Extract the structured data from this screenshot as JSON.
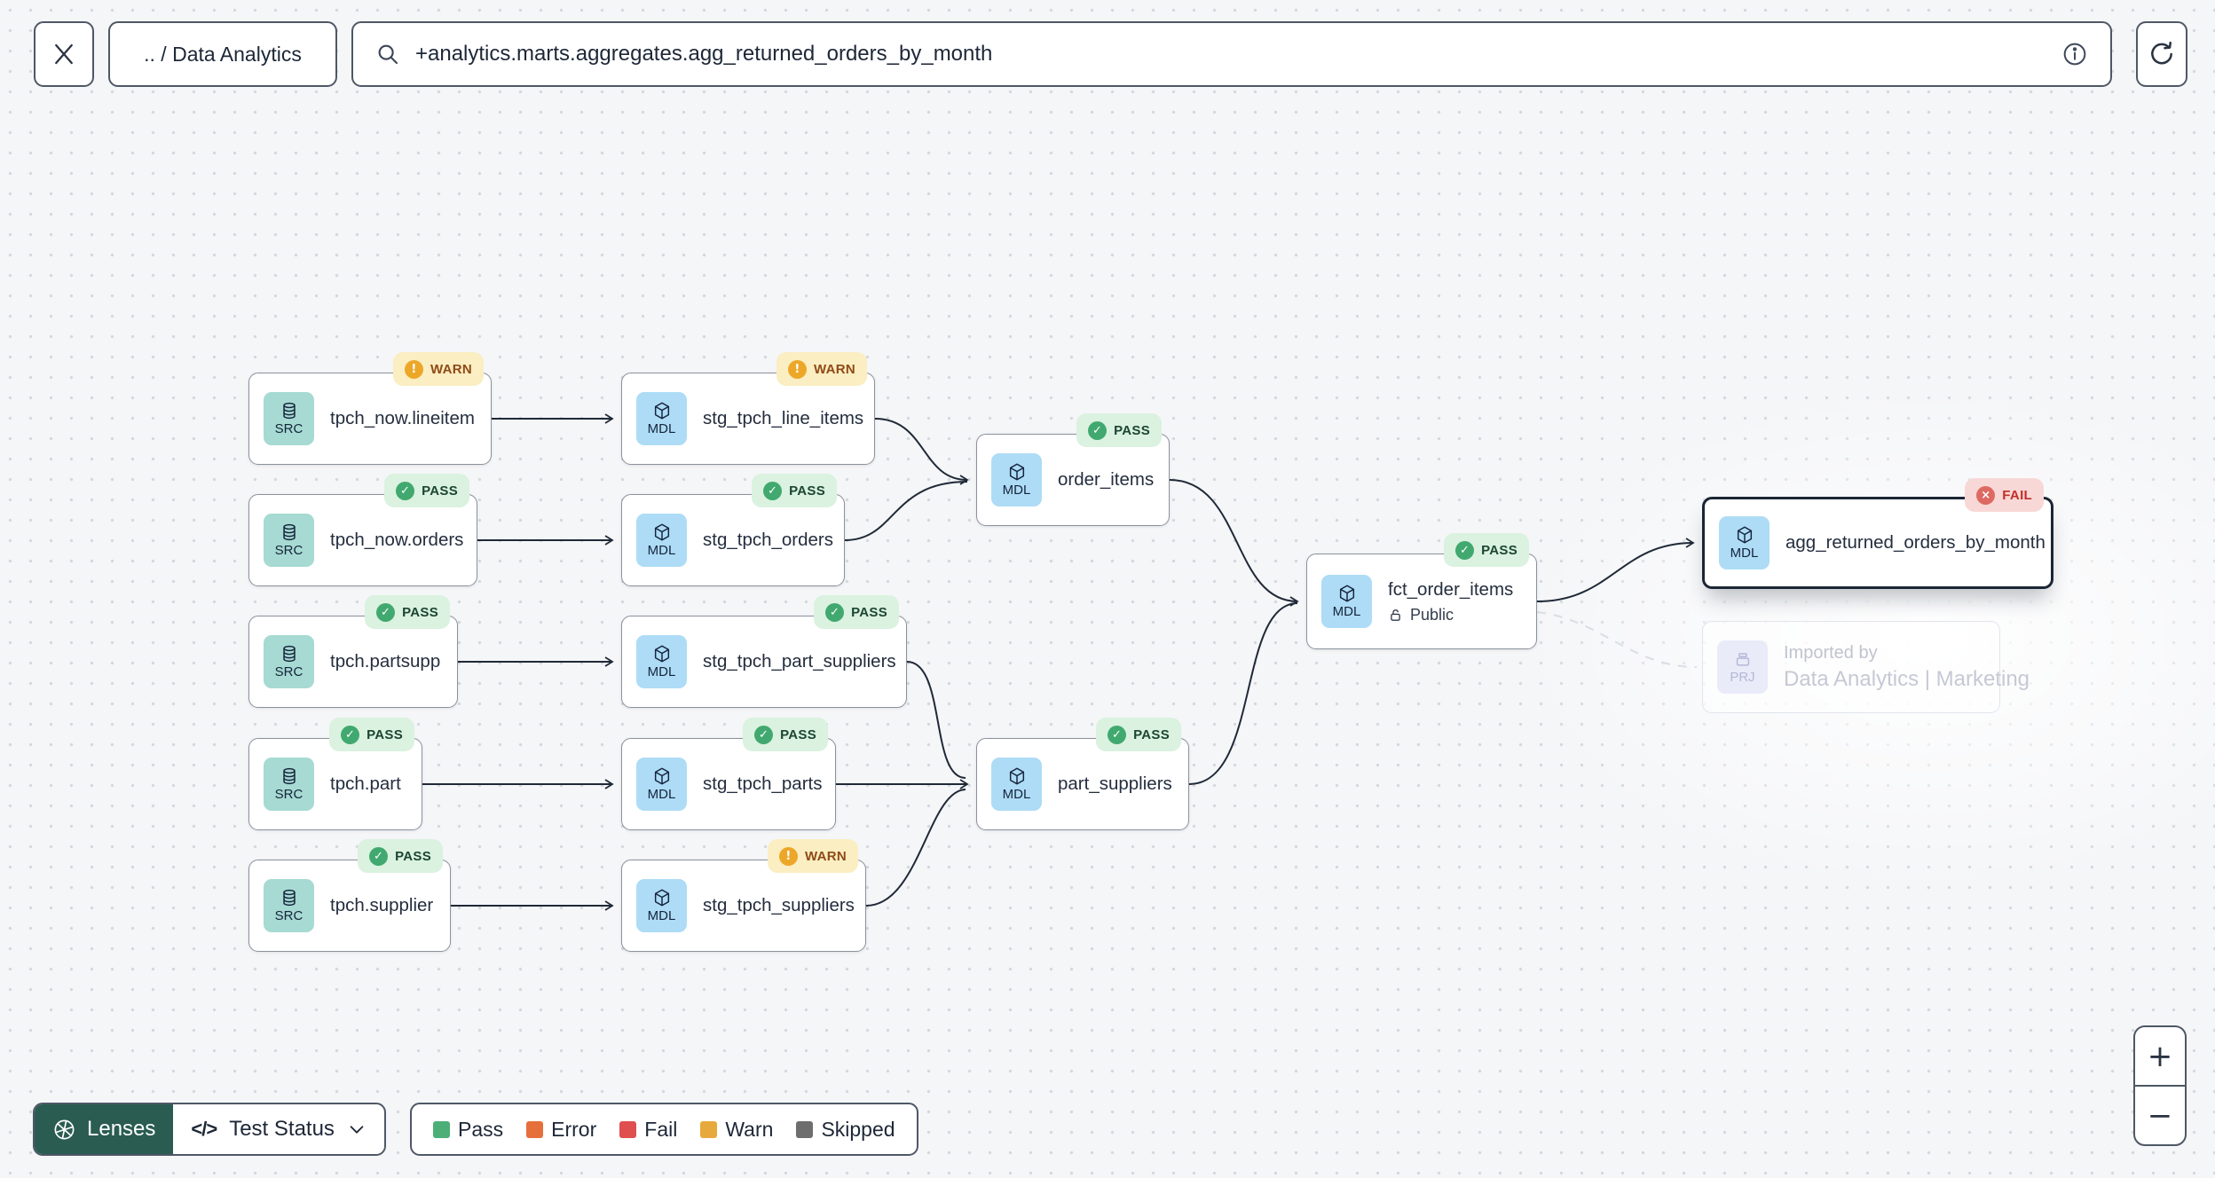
{
  "toolbar": {
    "breadcrumb": ".. / Data Analytics",
    "search_value": "+analytics.marts.aggregates.agg_returned_orders_by_month"
  },
  "graph": {
    "nodes": [
      {
        "type": "SRC",
        "label": "tpch_now.lineitem",
        "status": "WARN"
      },
      {
        "type": "MDL",
        "label": "stg_tpch_line_items",
        "status": "WARN"
      },
      {
        "type": "SRC",
        "label": "tpch_now.orders",
        "status": "PASS"
      },
      {
        "type": "MDL",
        "label": "stg_tpch_orders",
        "status": "PASS"
      },
      {
        "type": "MDL",
        "label": "order_items",
        "status": "PASS"
      },
      {
        "type": "SRC",
        "label": "tpch.partsupp",
        "status": "PASS"
      },
      {
        "type": "MDL",
        "label": "stg_tpch_part_suppliers",
        "status": "PASS"
      },
      {
        "type": "SRC",
        "label": "tpch.part",
        "status": "PASS"
      },
      {
        "type": "MDL",
        "label": "stg_tpch_parts",
        "status": "PASS"
      },
      {
        "type": "MDL",
        "label": "part_suppliers",
        "status": "PASS"
      },
      {
        "type": "SRC",
        "label": "tpch.supplier",
        "status": "PASS"
      },
      {
        "type": "MDL",
        "label": "stg_tpch_suppliers",
        "status": "WARN"
      },
      {
        "type": "MDL",
        "label": "fct_order_items",
        "status": "PASS",
        "access": "Public"
      },
      {
        "type": "MDL",
        "label": "agg_returned_orders_by_month",
        "status": "FAIL",
        "selected": true
      },
      {
        "type": "PRJ",
        "label_line1": "Imported by",
        "label_line2": "Data Analytics | Marketing",
        "faded": true
      }
    ],
    "edges": [
      {
        "from": "tpch_now.lineitem",
        "to": "stg_tpch_line_items"
      },
      {
        "from": "tpch_now.orders",
        "to": "stg_tpch_orders"
      },
      {
        "from": "tpch.partsupp",
        "to": "stg_tpch_part_suppliers"
      },
      {
        "from": "tpch.part",
        "to": "stg_tpch_parts"
      },
      {
        "from": "tpch.supplier",
        "to": "stg_tpch_suppliers"
      },
      {
        "from": "stg_tpch_line_items",
        "to": "order_items"
      },
      {
        "from": "stg_tpch_orders",
        "to": "order_items"
      },
      {
        "from": "stg_tpch_part_suppliers",
        "to": "part_suppliers"
      },
      {
        "from": "stg_tpch_parts",
        "to": "part_suppliers"
      },
      {
        "from": "stg_tpch_suppliers",
        "to": "part_suppliers"
      },
      {
        "from": "order_items",
        "to": "fct_order_items"
      },
      {
        "from": "part_suppliers",
        "to": "fct_order_items"
      },
      {
        "from": "fct_order_items",
        "to": "agg_returned_orders_by_month"
      },
      {
        "from": "fct_order_items",
        "to": "imported_by_project",
        "style": "dashed"
      }
    ]
  },
  "lens_bar": {
    "lenses_label": "Lenses",
    "lens_selected": "Test Status",
    "code_glyph": "</>",
    "legend": [
      {
        "label": "Pass",
        "color": "#4caf78"
      },
      {
        "label": "Error",
        "color": "#e6703c"
      },
      {
        "label": "Fail",
        "color": "#e04f4f"
      },
      {
        "label": "Warn",
        "color": "#e7a93c"
      },
      {
        "label": "Skipped",
        "color": "#6e6e6e"
      }
    ]
  },
  "zoom_controls": {
    "zoom_in": "+",
    "zoom_out": "−"
  },
  "colors": {
    "accent_green": "#2a5c52",
    "pass_badge_bg": "#daf2df",
    "warn_badge_bg": "#faeec2",
    "fail_badge_bg": "#f8d8d6",
    "src_icon_bg": "#a6dad2",
    "mdl_icon_bg": "#aedcf6",
    "prj_icon_bg": "#e9ebf9",
    "selected_border": "#1b2634",
    "node_border": "#8b919d",
    "edge": "#1f2937"
  }
}
